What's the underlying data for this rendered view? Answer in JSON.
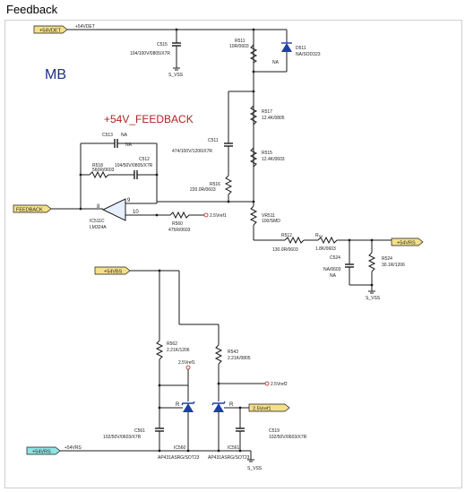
{
  "title": "Feedback",
  "sheet": {
    "block_label": "MB",
    "section_label": "+54V_FEEDBACK",
    "colors": {
      "wire": "#1a1a1a",
      "port_fill": "#f5e08a",
      "port_fill_alt": "#8fe3e3",
      "section_text": "#b22222",
      "block_text": "#1b2f8a",
      "diode": "#1c3fa8"
    }
  },
  "ports": {
    "vdet": "+54VDET",
    "feedback": "FEEDBACK",
    "vbs": "+54VBS",
    "vrs": "+54VRS",
    "vrs_out": "+54VRS",
    "vref_out": "2.5Vref1"
  },
  "nets": {
    "p54vdet": "+54VDET",
    "p54vrs": "+54VRS",
    "vref1_a": "2.5Vref1",
    "vref1_b": "2.5Vref1",
    "vref2": "2.5Vref2",
    "gnd1": "S_VSS",
    "gnd2": "S_VSS",
    "gnd3": "S_VSS"
  },
  "components": {
    "C515": {
      "ref": "C515",
      "value": "104/100V/0805/X7R"
    },
    "R511": {
      "ref": "R511",
      "value": "10R/0603"
    },
    "R511_na": "NA",
    "D511": {
      "ref": "D511",
      "value": "NA/SOD323"
    },
    "R517": {
      "ref": "R517",
      "value": "12.4K/0805"
    },
    "C511": {
      "ref": "C511",
      "value": "474/100V/1206/X7R"
    },
    "R515": {
      "ref": "R515",
      "value": "12.4K/0603"
    },
    "C513": {
      "ref": "C513",
      "value": "NA",
      "value2": "NA"
    },
    "R518": {
      "ref": "R518",
      "value": "560R/0603"
    },
    "C512": {
      "ref": "C512",
      "value": "104/50V/0805/X7R"
    },
    "R516": {
      "ref": "R516",
      "value": "220.0R/0603"
    },
    "IC511C": {
      "ref": "IC511C",
      "value": "LM324A",
      "pin_inv": "9",
      "pin_ni": "10",
      "pin_out": "8"
    },
    "R560": {
      "ref": "R560",
      "value": "475R/0603"
    },
    "VR511": {
      "ref": "VR511",
      "value": "100/SMD"
    },
    "R512": {
      "ref": "R512",
      "value": "130.0R/0603"
    },
    "Rvar": {
      "ref": "Rₓₓₓ",
      "value": "1.8K/0603"
    },
    "C524": {
      "ref": "C524",
      "value": "NA/0603",
      "value2": "NA"
    },
    "R524": {
      "ref": "R524",
      "value": "30.1R/1206"
    },
    "R562": {
      "ref": "R562",
      "value": "2.21K/1206"
    },
    "R543": {
      "ref": "R543",
      "value": "2.21K/0805"
    },
    "C561": {
      "ref": "C561",
      "value": "102/50V/0603/X7R"
    },
    "C519": {
      "ref": "C519",
      "value": "102/50V/0603/X7R"
    },
    "IC560": {
      "ref": "IC560",
      "value": "AP431ASRG/SOT23",
      "pin_r": "R"
    },
    "IC561": {
      "ref": "IC561",
      "value": "AP431ASRG/SOT23",
      "pin_r": "R"
    }
  }
}
